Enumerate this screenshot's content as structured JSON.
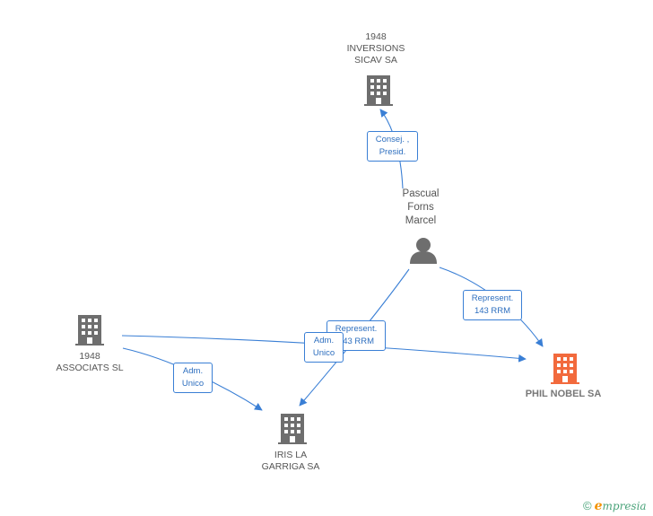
{
  "nodes": {
    "inversions": {
      "label": "1948\nINVERSIONS\nSICAV SA",
      "kind": "company"
    },
    "pascual": {
      "label": "Pascual\nForns\nMarcel",
      "kind": "person"
    },
    "associats": {
      "label": "1948\nASSOCIATS SL",
      "kind": "company"
    },
    "iris": {
      "label": "IRIS LA\nGARRIGA SA",
      "kind": "company"
    },
    "phil": {
      "label": "PHIL NOBEL SA",
      "kind": "company-highlight"
    }
  },
  "edges": {
    "consej": {
      "label": "Consej. ,\nPresid."
    },
    "represent_phil": {
      "label": "Represent.\n143 RRM"
    },
    "represent_mid": {
      "label": "Represent.\n143 RRM"
    },
    "adm_mid": {
      "label": "Adm.\nUnico"
    },
    "adm_left": {
      "label": "Adm.\nUnico"
    }
  },
  "colors": {
    "edge": "#3a7fd5",
    "company": "#6e6e6e",
    "highlight": "#f26a3d",
    "person": "#6e6e6e"
  },
  "brand": {
    "copyright": "©",
    "e": "e",
    "rest": "mpresia"
  }
}
